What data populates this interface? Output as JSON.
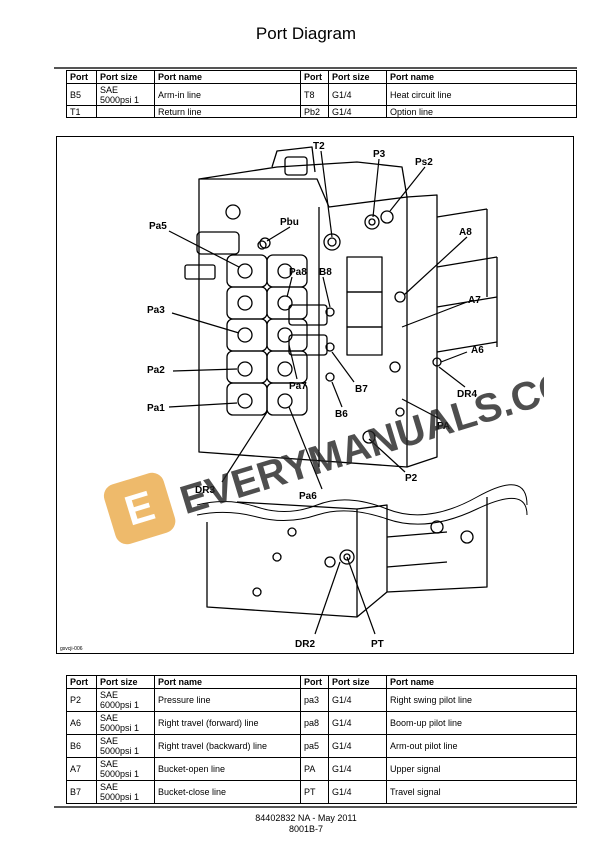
{
  "title": "Port Diagram",
  "header": {
    "port": "Port",
    "size": "Port size",
    "name": "Port name"
  },
  "table1": [
    [
      {
        "port": "B5",
        "size": "SAE 5000psi 1",
        "name": "Arm-in line"
      },
      {
        "port": "T8",
        "size": "G1/4",
        "name": "Heat circuit line"
      }
    ],
    [
      {
        "port": "T1",
        "size": "",
        "name": "Return line"
      },
      {
        "port": "Pb2",
        "size": "G1/4",
        "name": "Option line"
      }
    ]
  ],
  "diagram": {
    "figure_id": "gsvcji-006",
    "labels": {
      "T2": "T2",
      "P3": "P3",
      "Ps2": "Ps2",
      "Pbu": "Pbu",
      "Pa5": "Pa5",
      "A8": "A8",
      "Pa8": "Pa8",
      "B8": "B8",
      "Pa3": "Pa3",
      "A7": "A7",
      "A6": "A6",
      "Pa2": "Pa2",
      "B7": "B7",
      "DR4": "DR4",
      "Pa7": "Pa7",
      "Pa1": "Pa1",
      "B6": "B6",
      "PA": "PA",
      "P2": "P2",
      "DR3": "DR3",
      "Pa6": "Pa6",
      "DR2": "DR2",
      "PT": "PT"
    },
    "watermark": "EVERYMANUALS.COM"
  },
  "table2": [
    [
      {
        "port": "P2",
        "size": "SAE 6000psi 1",
        "name": "Pressure line"
      },
      {
        "port": "pa3",
        "size": "G1/4",
        "name": "Right swing pilot line"
      }
    ],
    [
      {
        "port": "A6",
        "size": "SAE 5000psi 1",
        "name": "Right travel (forward) line"
      },
      {
        "port": "pa8",
        "size": "G1/4",
        "name": "Boom-up pilot line"
      }
    ],
    [
      {
        "port": "B6",
        "size": "SAE 5000psi 1",
        "name": "Right travel (backward) line"
      },
      {
        "port": "pa5",
        "size": "G1/4",
        "name": "Arm-out pilot line"
      }
    ],
    [
      {
        "port": "A7",
        "size": "SAE 5000psi 1",
        "name": "Bucket-open line"
      },
      {
        "port": "PA",
        "size": "G1/4",
        "name": "Upper signal"
      }
    ],
    [
      {
        "port": "B7",
        "size": "SAE 5000psi 1",
        "name": "Bucket-close line"
      },
      {
        "port": "PT",
        "size": "G1/4",
        "name": "Travel signal"
      }
    ]
  ],
  "footer": {
    "line1": "84402832 NA - May 2011",
    "line2": "8001B-7"
  }
}
